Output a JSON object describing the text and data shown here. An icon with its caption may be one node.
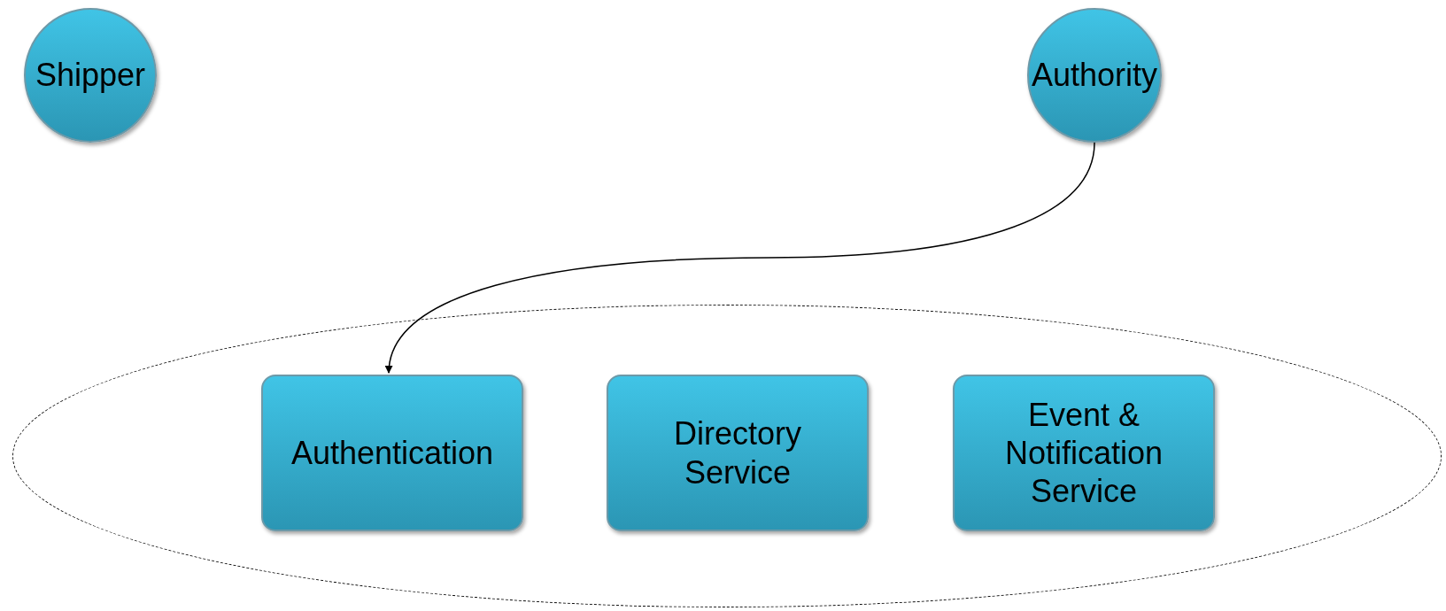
{
  "diagram": {
    "nodes": [
      {
        "text": [
          "Shipper"
        ]
      },
      {
        "text": [
          "Authority"
        ]
      },
      {
        "text": [],
        "shape": "ellipse"
      },
      {
        "text": [
          "Authentication"
        ],
        "in": 2
      },
      {
        "text": [
          "Directory Service"
        ],
        "in": 2
      },
      {
        "text": [
          "Event & Notification Service"
        ],
        "in": 2
      }
    ],
    "edges": [
      {
        "from": 1,
        "to": 3,
        "arrow": "to"
      }
    ]
  }
}
